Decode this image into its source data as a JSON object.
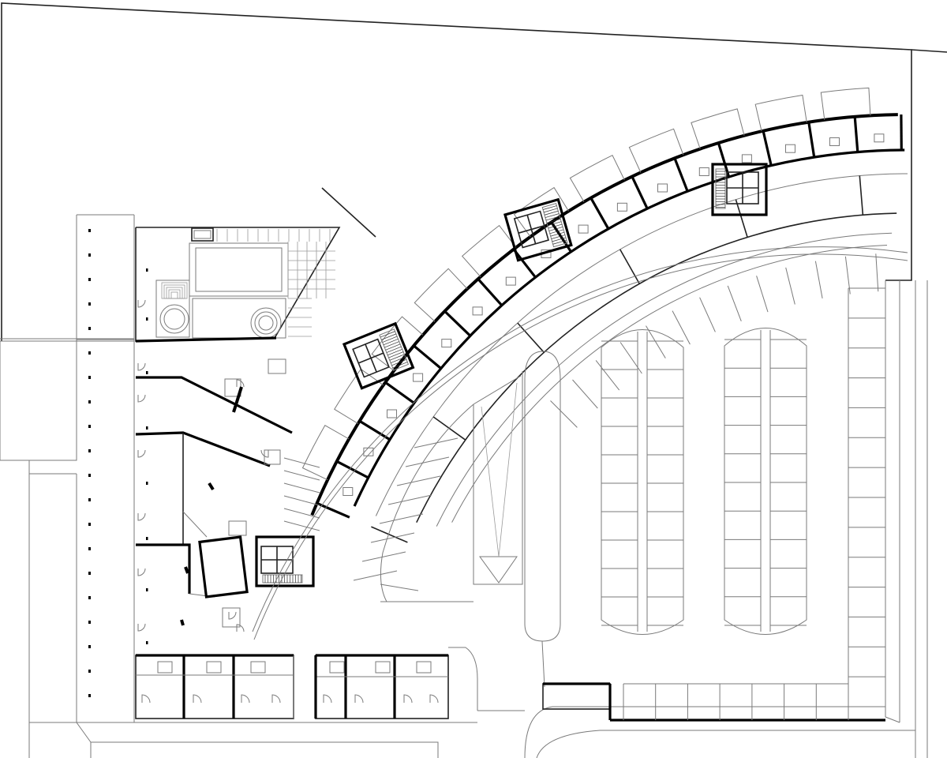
{
  "drawing": {
    "type": "floor-plan",
    "colors": {
      "ink": "#000000",
      "line": "#7a7a7a",
      "paper": "#ffffff"
    },
    "parking": {
      "islands": [
        {
          "name": "island-left",
          "bays": 10
        },
        {
          "name": "island-right",
          "bays": 10
        }
      ],
      "east_bays": 14,
      "south_bays": 7,
      "arc_bays": 12
    },
    "stair_cores": 4,
    "pool_present": true
  }
}
